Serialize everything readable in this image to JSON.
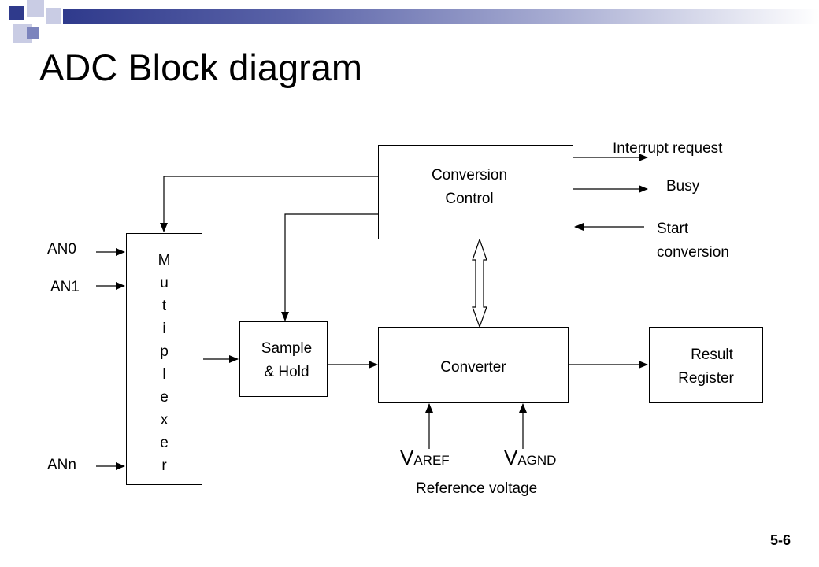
{
  "slide": {
    "title": "ADC Block diagram",
    "page_number": "5-6"
  },
  "blocks": {
    "conversion_control": [
      "Conversion",
      "Control"
    ],
    "multiplexer_letters": [
      "M",
      "u",
      "t",
      "i",
      "p",
      "l",
      "e",
      "x",
      "e",
      "r"
    ],
    "sample_hold": [
      "Sample",
      "& Hold"
    ],
    "converter": "Converter",
    "result_register": [
      "Result",
      "Register"
    ]
  },
  "inputs": {
    "an0": "AN0",
    "an1": "AN1",
    "ann": "ANn"
  },
  "signals": {
    "interrupt_request": "Interrupt request",
    "busy": "Busy",
    "start_conversion": [
      "Start",
      "conversion"
    ]
  },
  "reference": {
    "vref_main": "V",
    "vref_sub": "AREF",
    "vagnd_main": "V",
    "vagnd_sub": "AGND",
    "caption": "Reference voltage"
  },
  "colors": {
    "bar_dark": "#2f3a8c",
    "bar_mid": "#7c84bd",
    "bar_light": "#c9cce4"
  }
}
